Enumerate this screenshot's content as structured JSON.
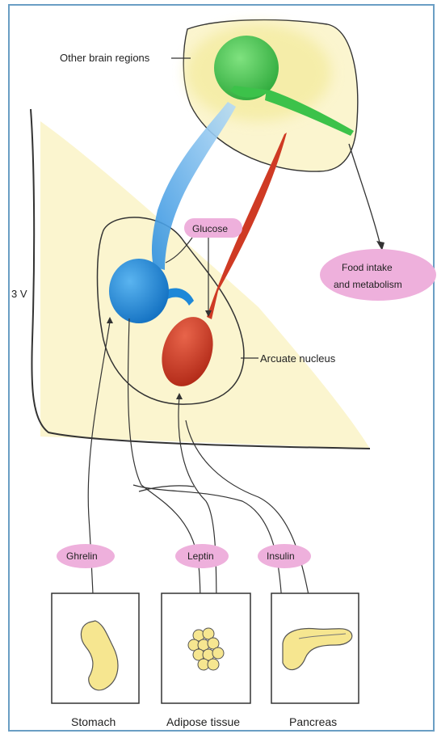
{
  "labels": {
    "other_brain_regions": "Other brain regions",
    "third_ventricle": "3 V",
    "arcuate_nucleus": "Arcuate nucleus"
  },
  "pills": {
    "glucose": "Glucose",
    "food_line1": "Food intake",
    "food_line2": "and metabolism",
    "ghrelin": "Ghrelin",
    "leptin": "Leptin",
    "insulin": "Insulin"
  },
  "organs": {
    "stomach": "Stomach",
    "adipose": "Adipose tissue",
    "pancreas": "Pancreas"
  },
  "colors": {
    "tissue_fill": "#fbf5cf",
    "neuron_green": "#3cc24a",
    "neuron_blue": "#1e88d8",
    "neuron_red": "#cc3a26",
    "pill_fill": "#eeb0dc",
    "organ_fill": "#f6e690",
    "frame_border": "#6a9ec4"
  }
}
